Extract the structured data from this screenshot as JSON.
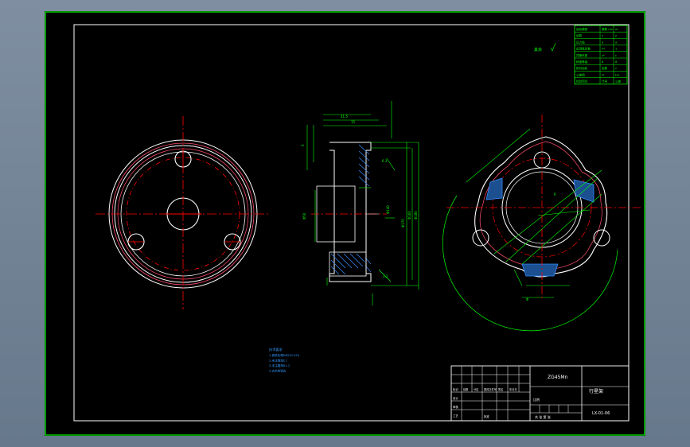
{
  "drawing": {
    "roughness_note": "其余",
    "parameters_table": {
      "rows": [
        [
          "齿轮模数",
          "模数 mn",
          "m"
        ],
        [
          "齿数",
          "z",
          "z"
        ],
        [
          "压力角",
          "α",
          "α"
        ],
        [
          "齿顶高系数",
          "h*",
          "1"
        ],
        [
          "顶隙系数",
          "c*",
          "c"
        ],
        [
          "精度等级",
          "8",
          "8"
        ],
        [
          "配对齿轮",
          "齿数",
          "z"
        ],
        [
          "公差组",
          "Fr",
          "Fw"
        ],
        [
          "检验项目",
          "代号",
          "公差"
        ]
      ]
    },
    "tech_requirements": {
      "title": "技术要求",
      "items": [
        "1.调质处理HB220-250",
        "2.未注倒角C1",
        "3.未注圆角R1-2",
        "4.去毛刺锐边"
      ]
    },
    "title_block": {
      "material": "ZG45Mn",
      "part_name": "行星架",
      "drawing_number": "LX-01-06",
      "scale_label": "比例",
      "sheet_label": "共 张 第 张",
      "row_labels": [
        "标记",
        "设计",
        "审核",
        "工艺",
        "批准"
      ],
      "header_labels": [
        "处数",
        "分区",
        "更改文件号",
        "签名",
        "年月日"
      ]
    }
  },
  "colors": {
    "background": "#000000",
    "frame": "#00ff00",
    "border": "#ffffff",
    "center_line": "#ff0000",
    "dimension": "#00ff00",
    "hatch": "#3a8cff",
    "text_blue": "#3399ff"
  }
}
